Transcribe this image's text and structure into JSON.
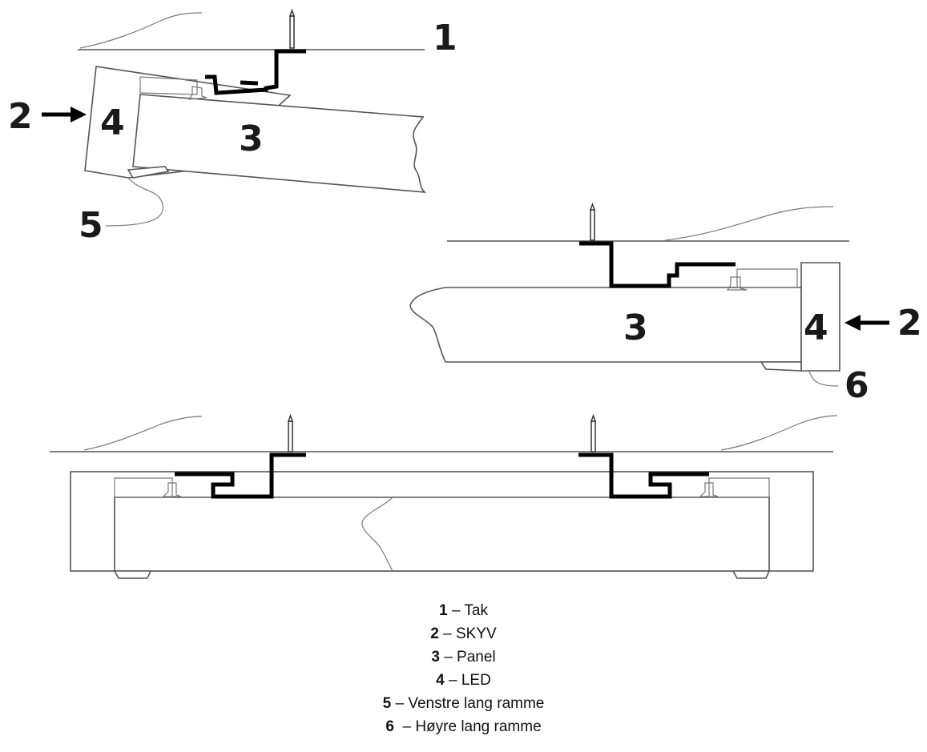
{
  "callouts": {
    "top": {
      "ceiling": "1",
      "skyv": "2",
      "panel": "3",
      "led": "4",
      "left_frame": "5"
    },
    "middle": {
      "panel": "3",
      "led": "4",
      "skyv": "2",
      "right_frame": "6"
    }
  },
  "legend": [
    {
      "key": "1",
      "sep": " – ",
      "text": "Tak"
    },
    {
      "key": "2",
      "sep": " – ",
      "text": "SKYV"
    },
    {
      "key": "3",
      "sep": " – ",
      "text": "Panel"
    },
    {
      "key": "4",
      "sep": " – ",
      "text": "LED"
    },
    {
      "key": "5",
      "sep": " – ",
      "text": "Venstre lang ramme"
    },
    {
      "key": "6",
      "sep": "  – ",
      "text": "Høyre lang ramme"
    }
  ]
}
